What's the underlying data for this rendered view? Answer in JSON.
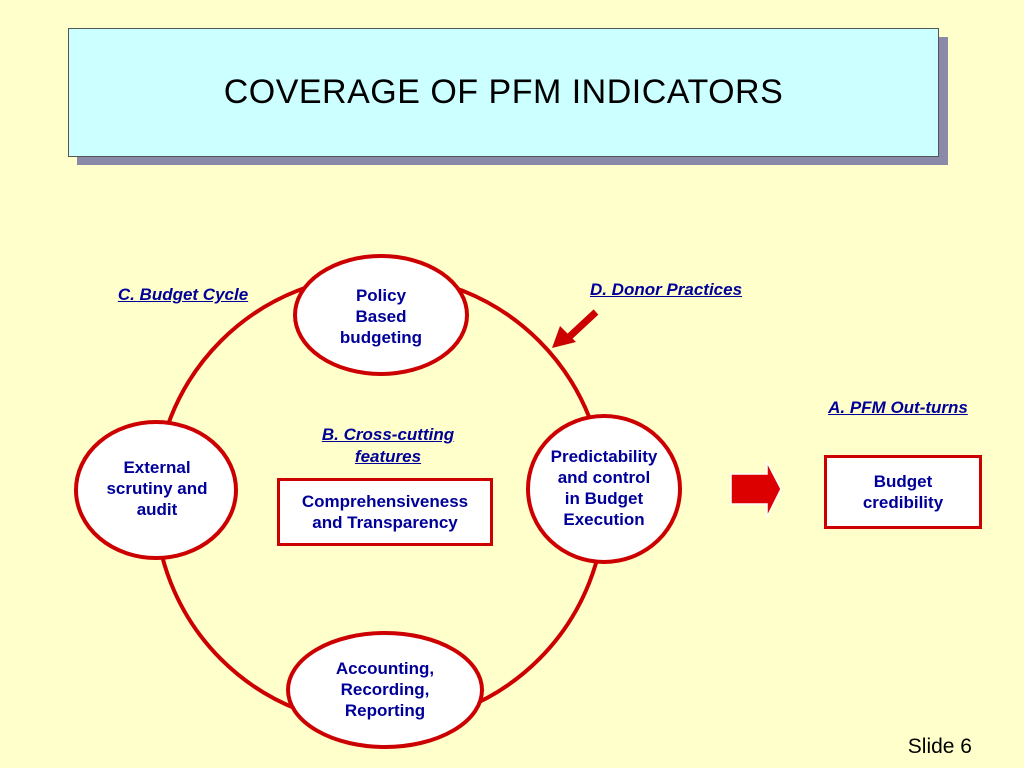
{
  "title": "COVERAGE OF PFM INDICATORS",
  "labels": {
    "budget_cycle": "C. Budget Cycle",
    "donor_practices": "D. Donor Practices",
    "pfm_outturns": "A. PFM Out-turns",
    "cross_cutting_line1": "B. Cross-cutting",
    "cross_cutting_line2": "features"
  },
  "nodes": {
    "policy": [
      "Policy",
      "Based",
      "budgeting"
    ],
    "predictability": [
      "Predictability",
      "and control",
      "in Budget",
      "Execution"
    ],
    "accounting": [
      "Accounting,",
      "Recording,",
      "Reporting"
    ],
    "external": [
      "External",
      "scrutiny and",
      "audit"
    ]
  },
  "boxes": {
    "comprehensiveness": [
      "Comprehensiveness",
      "and Transparency"
    ],
    "credibility": [
      "Budget",
      "credibility"
    ]
  },
  "slide_number": "Slide 6",
  "colors": {
    "background": "#ffffcc",
    "title_bg": "#ccffff",
    "accent_red": "#cc0000",
    "text_blue": "#000099"
  },
  "icons": {
    "donor_arrow": "diagonal-arrow-icon",
    "outturn_arrow": "right-block-arrow-icon"
  }
}
